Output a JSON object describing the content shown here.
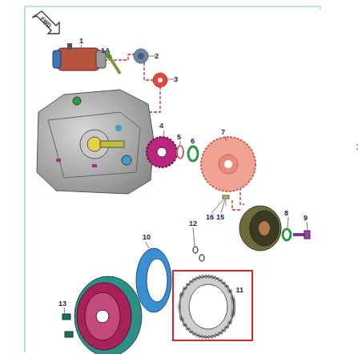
{
  "diagram": {
    "nodes": [
      {
        "text": [
          "11"
        ]
      }
    ],
    "labels": [
      "FWD",
      "1",
      "1A",
      "2",
      "3",
      "4",
      "5",
      "6",
      "7",
      "16",
      "15",
      "8",
      "9",
      "12",
      "10",
      "13"
    ]
  }
}
